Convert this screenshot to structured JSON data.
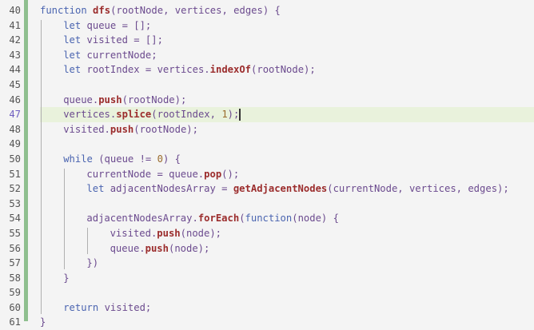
{
  "editor": {
    "current_line": 47,
    "colors": {
      "gutter_bar": "#8fbf8f",
      "highlight": "#e9f2dc",
      "keyword": "#4a64b0",
      "function": "#9b2c2c",
      "identifier": "#6b4a8e",
      "number": "#9a6b2c"
    },
    "lines": [
      {
        "n": "40",
        "tokens": [
          {
            "t": "function ",
            "c": "kw"
          },
          {
            "t": "dfs",
            "c": "fn"
          },
          {
            "t": "(rootNode, vertices, edges) {",
            "c": "pun"
          }
        ],
        "indent": 0
      },
      {
        "n": "41",
        "tokens": [
          {
            "t": "let ",
            "c": "kw"
          },
          {
            "t": "queue = [];",
            "c": "pun"
          }
        ],
        "indent": 1
      },
      {
        "n": "42",
        "tokens": [
          {
            "t": "let ",
            "c": "kw"
          },
          {
            "t": "visited = [];",
            "c": "pun"
          }
        ],
        "indent": 1
      },
      {
        "n": "43",
        "tokens": [
          {
            "t": "let ",
            "c": "kw"
          },
          {
            "t": "currentNode;",
            "c": "pun"
          }
        ],
        "indent": 1
      },
      {
        "n": "44",
        "tokens": [
          {
            "t": "let ",
            "c": "kw"
          },
          {
            "t": "rootIndex = vertices.",
            "c": "pun"
          },
          {
            "t": "indexOf",
            "c": "fn"
          },
          {
            "t": "(rootNode);",
            "c": "pun"
          }
        ],
        "indent": 1
      },
      {
        "n": "45",
        "tokens": [],
        "indent": 1
      },
      {
        "n": "46",
        "tokens": [
          {
            "t": "queue.",
            "c": "pun"
          },
          {
            "t": "push",
            "c": "fn"
          },
          {
            "t": "(rootNode);",
            "c": "pun"
          }
        ],
        "indent": 1
      },
      {
        "n": "47",
        "tokens": [
          {
            "t": "vertices.",
            "c": "pun"
          },
          {
            "t": "splice",
            "c": "fn"
          },
          {
            "t": "(rootIndex, ",
            "c": "pun"
          },
          {
            "t": "1",
            "c": "num"
          },
          {
            "t": ");",
            "c": "pun"
          }
        ],
        "indent": 1,
        "current": true
      },
      {
        "n": "48",
        "tokens": [
          {
            "t": "visited.",
            "c": "pun"
          },
          {
            "t": "push",
            "c": "fn"
          },
          {
            "t": "(rootNode);",
            "c": "pun"
          }
        ],
        "indent": 1
      },
      {
        "n": "49",
        "tokens": [],
        "indent": 1
      },
      {
        "n": "50",
        "tokens": [
          {
            "t": "while ",
            "c": "kw"
          },
          {
            "t": "(queue != ",
            "c": "pun"
          },
          {
            "t": "0",
            "c": "num"
          },
          {
            "t": ") {",
            "c": "pun"
          }
        ],
        "indent": 1
      },
      {
        "n": "51",
        "tokens": [
          {
            "t": "currentNode = queue.",
            "c": "pun"
          },
          {
            "t": "pop",
            "c": "fn"
          },
          {
            "t": "();",
            "c": "pun"
          }
        ],
        "indent": 2
      },
      {
        "n": "52",
        "tokens": [
          {
            "t": "let ",
            "c": "kw"
          },
          {
            "t": "adjacentNodesArray = ",
            "c": "pun"
          },
          {
            "t": "getAdjacentNodes",
            "c": "fn"
          },
          {
            "t": "(currentNode, vertices, edges);",
            "c": "pun"
          }
        ],
        "indent": 2
      },
      {
        "n": "53",
        "tokens": [],
        "indent": 2
      },
      {
        "n": "54",
        "tokens": [
          {
            "t": "adjacentNodesArray.",
            "c": "pun"
          },
          {
            "t": "forEach",
            "c": "fn"
          },
          {
            "t": "(",
            "c": "pun"
          },
          {
            "t": "function",
            "c": "kw"
          },
          {
            "t": "(node) {",
            "c": "pun"
          }
        ],
        "indent": 2
      },
      {
        "n": "55",
        "tokens": [
          {
            "t": "visited.",
            "c": "pun"
          },
          {
            "t": "push",
            "c": "fn"
          },
          {
            "t": "(node);",
            "c": "pun"
          }
        ],
        "indent": 3
      },
      {
        "n": "56",
        "tokens": [
          {
            "t": "queue.",
            "c": "pun"
          },
          {
            "t": "push",
            "c": "fn"
          },
          {
            "t": "(node);",
            "c": "pun"
          }
        ],
        "indent": 3
      },
      {
        "n": "57",
        "tokens": [
          {
            "t": "})",
            "c": "pun"
          }
        ],
        "indent": 2
      },
      {
        "n": "58",
        "tokens": [
          {
            "t": "}",
            "c": "pun"
          }
        ],
        "indent": 1
      },
      {
        "n": "59",
        "tokens": [],
        "indent": 1
      },
      {
        "n": "60",
        "tokens": [
          {
            "t": "return ",
            "c": "kw"
          },
          {
            "t": "visited;",
            "c": "pun"
          }
        ],
        "indent": 1
      },
      {
        "n": "61",
        "tokens": [
          {
            "t": "}",
            "c": "pun"
          }
        ],
        "indent": 0
      }
    ]
  }
}
